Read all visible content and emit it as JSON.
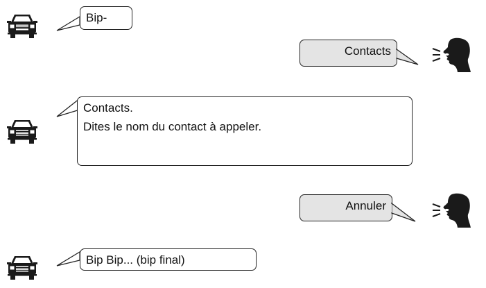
{
  "dialog": [
    {
      "speaker": "car",
      "lines": [
        "Bip-"
      ]
    },
    {
      "speaker": "user",
      "lines": [
        "Contacts"
      ]
    },
    {
      "speaker": "car",
      "lines": [
        "Contacts.",
        "Dites le nom du contact à appeler."
      ]
    },
    {
      "speaker": "user",
      "lines": [
        "Annuler"
      ]
    },
    {
      "speaker": "car",
      "lines": [
        "Bip Bip... (bip final)"
      ]
    }
  ],
  "icons": {
    "car": "car-icon",
    "user": "speaking-head-icon"
  },
  "colors": {
    "user_bubble": "#e4e4e4",
    "car_bubble": "#ffffff",
    "ink": "#111111"
  }
}
